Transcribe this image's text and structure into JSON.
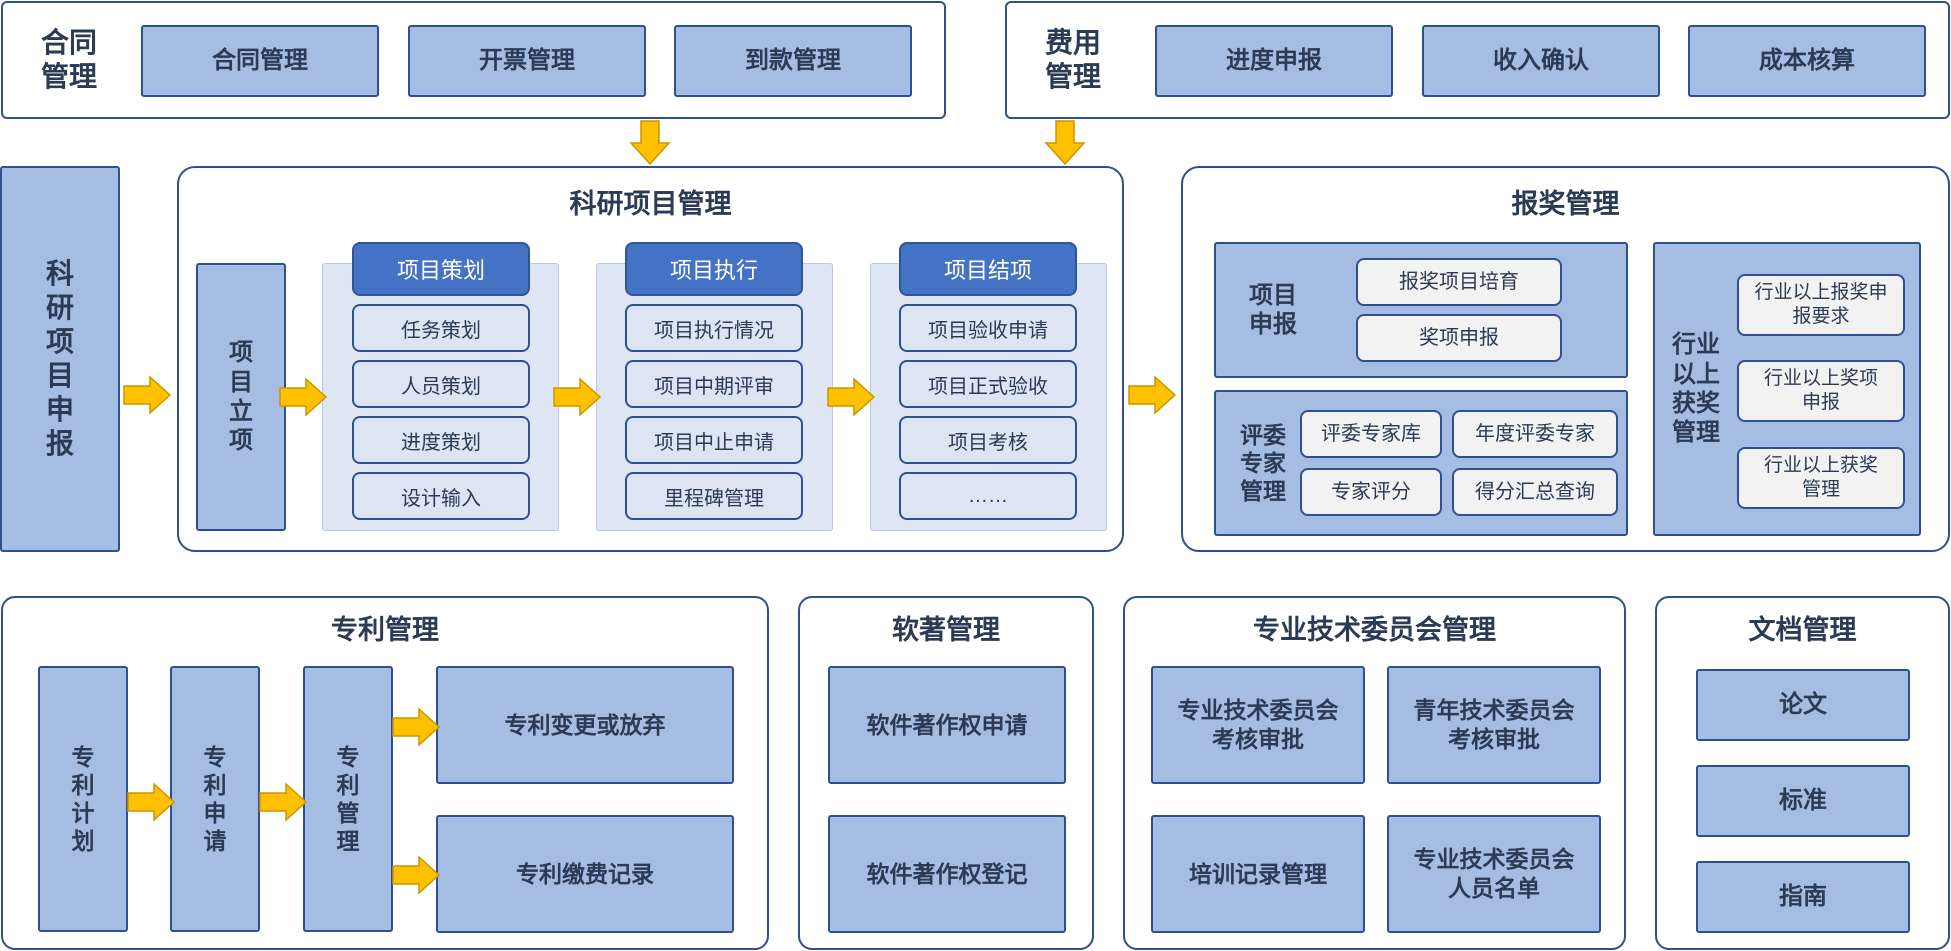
{
  "contract": {
    "label": "合同管理",
    "items": [
      "合同管理",
      "开票管理",
      "到款管理"
    ]
  },
  "cost": {
    "label": "费用管理",
    "items": [
      "进度申报",
      "收入确认",
      "成本核算"
    ]
  },
  "apply": {
    "label": "科研项目申报"
  },
  "research": {
    "title": "科研项目管理",
    "setup": "项目立项",
    "phases": [
      {
        "name": "项目策划",
        "items": [
          "任务策划",
          "人员策划",
          "进度策划",
          "设计输入"
        ]
      },
      {
        "name": "项目执行",
        "items": [
          "项目执行情况",
          "项目中期评审",
          "项目中止申请",
          "里程碑管理"
        ]
      },
      {
        "name": "项目结项",
        "items": [
          "项目验收申请",
          "项目正式验收",
          "项目考核",
          "……"
        ]
      }
    ]
  },
  "award": {
    "title": "报奖管理",
    "project_apply": {
      "label": "项目申报",
      "items": [
        "报奖项目培育",
        "奖项申报"
      ]
    },
    "experts": {
      "label": "评委专家管理",
      "items": [
        "评委专家库",
        "年度评委专家",
        "专家评分",
        "得分汇总查询"
      ]
    },
    "industry": {
      "label": "行业以上获奖管理",
      "items": [
        "行业以上报奖申报要求",
        "行业以上奖项申报",
        "行业以上获奖管理"
      ]
    }
  },
  "patent": {
    "title": "专利管理",
    "steps": [
      "专利计划",
      "专利申请",
      "专利管理"
    ],
    "outcomes": [
      "专利变更或放弃",
      "专利缴费记录"
    ]
  },
  "software": {
    "title": "软著管理",
    "items": [
      "软件著作权申请",
      "软件著作权登记"
    ]
  },
  "committee": {
    "title": "专业技术委员会管理",
    "items": [
      "专业技术委员会考核审批",
      "青年技术委员会考核审批",
      "培训记录管理",
      "专业技术委员会人员名单"
    ]
  },
  "docs": {
    "title": "文档管理",
    "items": [
      "论文",
      "标准",
      "指南"
    ]
  },
  "colors": {
    "box_fill": "#a6bde3",
    "border": "#2f4f8f",
    "phase_fill": "#4472c4",
    "arrow_fill": "#ffc000"
  }
}
